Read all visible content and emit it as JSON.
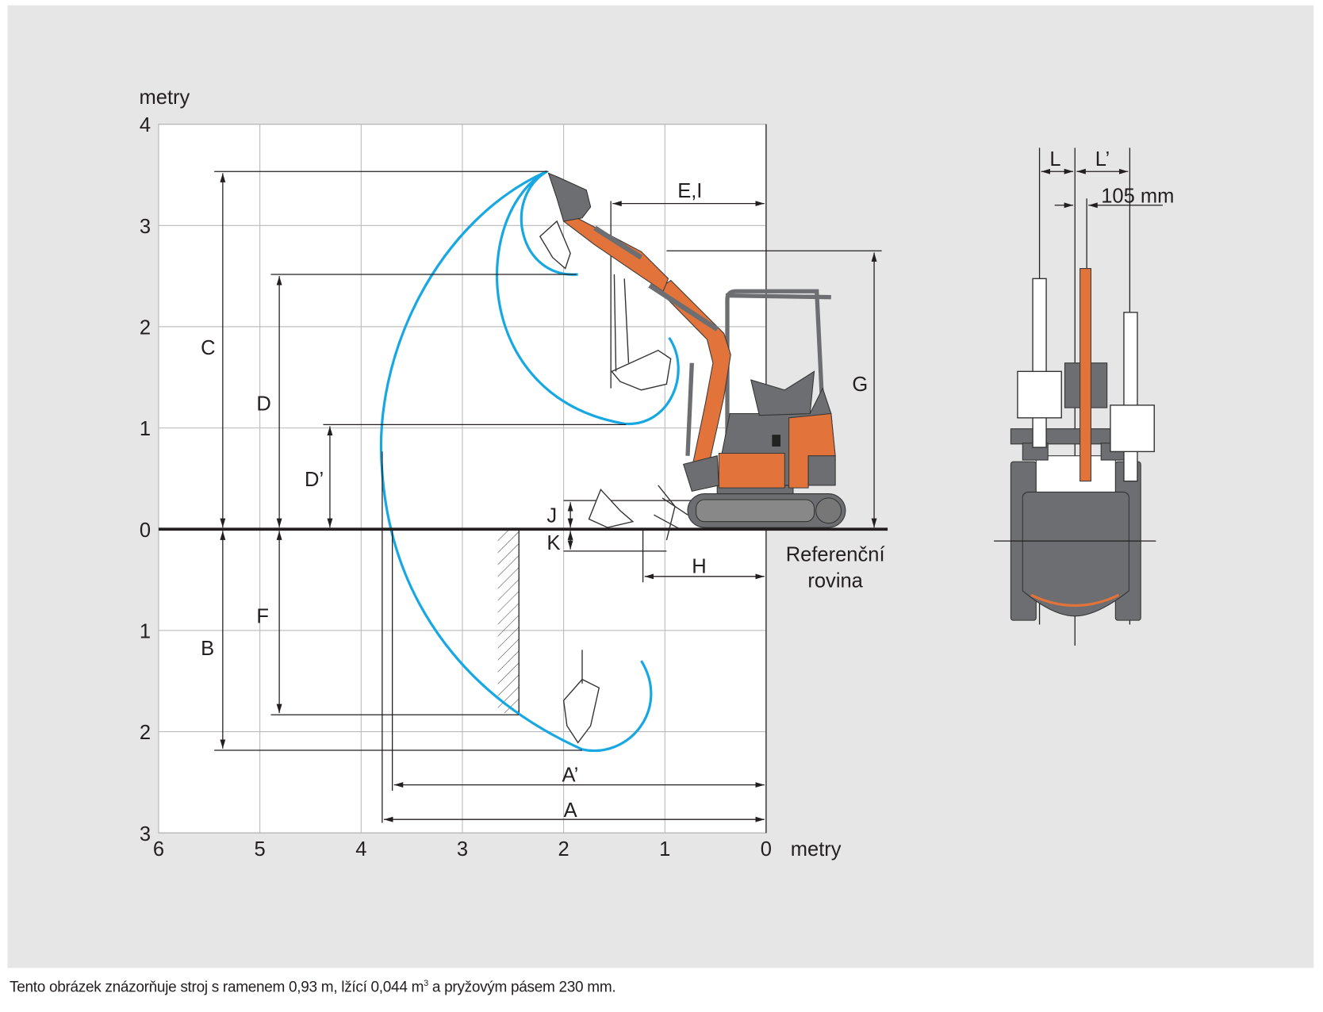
{
  "axes": {
    "y_unit_label": "metry",
    "x_unit_label": "metry",
    "y_ticks": [
      "4",
      "3",
      "2",
      "1",
      "0",
      "1",
      "2",
      "3"
    ],
    "x_ticks": [
      "6",
      "5",
      "4",
      "3",
      "2",
      "1",
      "0"
    ]
  },
  "dimensions": {
    "C": "C",
    "B": "B",
    "D": "D",
    "F": "F",
    "D_prime": "D’",
    "A": "A",
    "A_prime": "A’",
    "EI": "E,I",
    "G": "G",
    "J": "J",
    "K": "K",
    "H": "H"
  },
  "reference_plane": {
    "line1": "Referenční",
    "line2": "rovina"
  },
  "front_view": {
    "L": "L",
    "L_prime": "L’",
    "offset": "105 mm"
  },
  "caption": {
    "before": "Tento obrázek znázorňuje stroj s ramenem 0,93 m, lžící 0,044 m",
    "sup": "3",
    "after": " a pryžovým pásem 230 mm."
  },
  "colors": {
    "trajectory": "#17a8e3",
    "machine_accent": "#e2733a",
    "machine_body": "#6d6e71",
    "background": "#e6e6e6"
  }
}
